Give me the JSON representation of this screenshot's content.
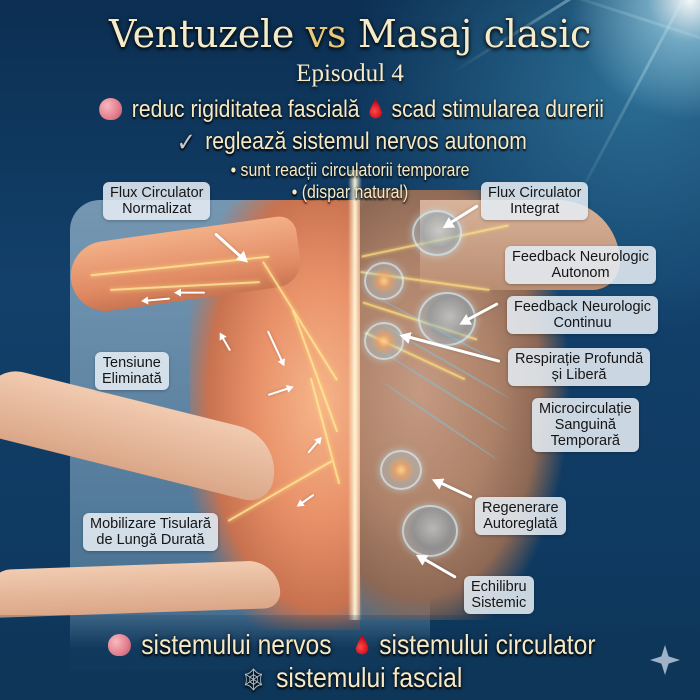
{
  "header": {
    "title_part1": "Ventuzele",
    "title_vs": "vs",
    "title_part2": "Masaj clasic",
    "subtitle": "Episodul 4"
  },
  "benefits": {
    "line1": [
      {
        "icon": "brain-icon",
        "text": "reduc rigiditatea fascială"
      },
      {
        "icon": "blood-drop-icon",
        "text": "scad stimularea durerii"
      }
    ],
    "line2": {
      "icon": "check-icon",
      "text": "reglează sistemul nervos autonom"
    },
    "line3": "• sunt reacții circulatorii temporare",
    "line4": "• (dispar natural)"
  },
  "labels_left": [
    {
      "line1": "Flux Circulator",
      "line2": "Normalizat"
    },
    {
      "line1": "Tensiune",
      "line2": "Eliminată"
    },
    {
      "line1": "Mobilizare Tisulară",
      "line2": "de Lungă Durată"
    }
  ],
  "labels_right": [
    {
      "line1": "Flux Circulator",
      "line2": "Integrat"
    },
    {
      "line1": "Feedback Neurologic",
      "line2": "Autonom"
    },
    {
      "line1": "Feedback Neurologic",
      "line2": "Continuu"
    },
    {
      "line1": "Respirație Profundă",
      "line2": "și Liberă"
    },
    {
      "line1": "Microcirculație",
      "line2": "Sanguină",
      "line3": "Temporară"
    },
    {
      "line1": "Regenerare",
      "line2": "Autoreglată"
    },
    {
      "line1": "Echilibru",
      "line2": "Sistemic"
    }
  ],
  "footer": {
    "line1": [
      {
        "icon": "brain-icon",
        "text": "sistemului nervos"
      },
      {
        "icon": "blood-drop-icon",
        "text": "sistemului circulator"
      }
    ],
    "line2": {
      "icon": "spider-web-icon",
      "text": "sistemului fascial"
    }
  },
  "icons": {
    "check": "✓",
    "web": "🕸",
    "sparkle": "sparkle-icon"
  },
  "colors": {
    "background": "#0f3a62",
    "title_text": "#f6ebc8",
    "vs_accent": "#e8c97a",
    "label_bg": "#e4ecf2",
    "drop_red": "#c40010",
    "brain_pink": "#e27d8c"
  }
}
